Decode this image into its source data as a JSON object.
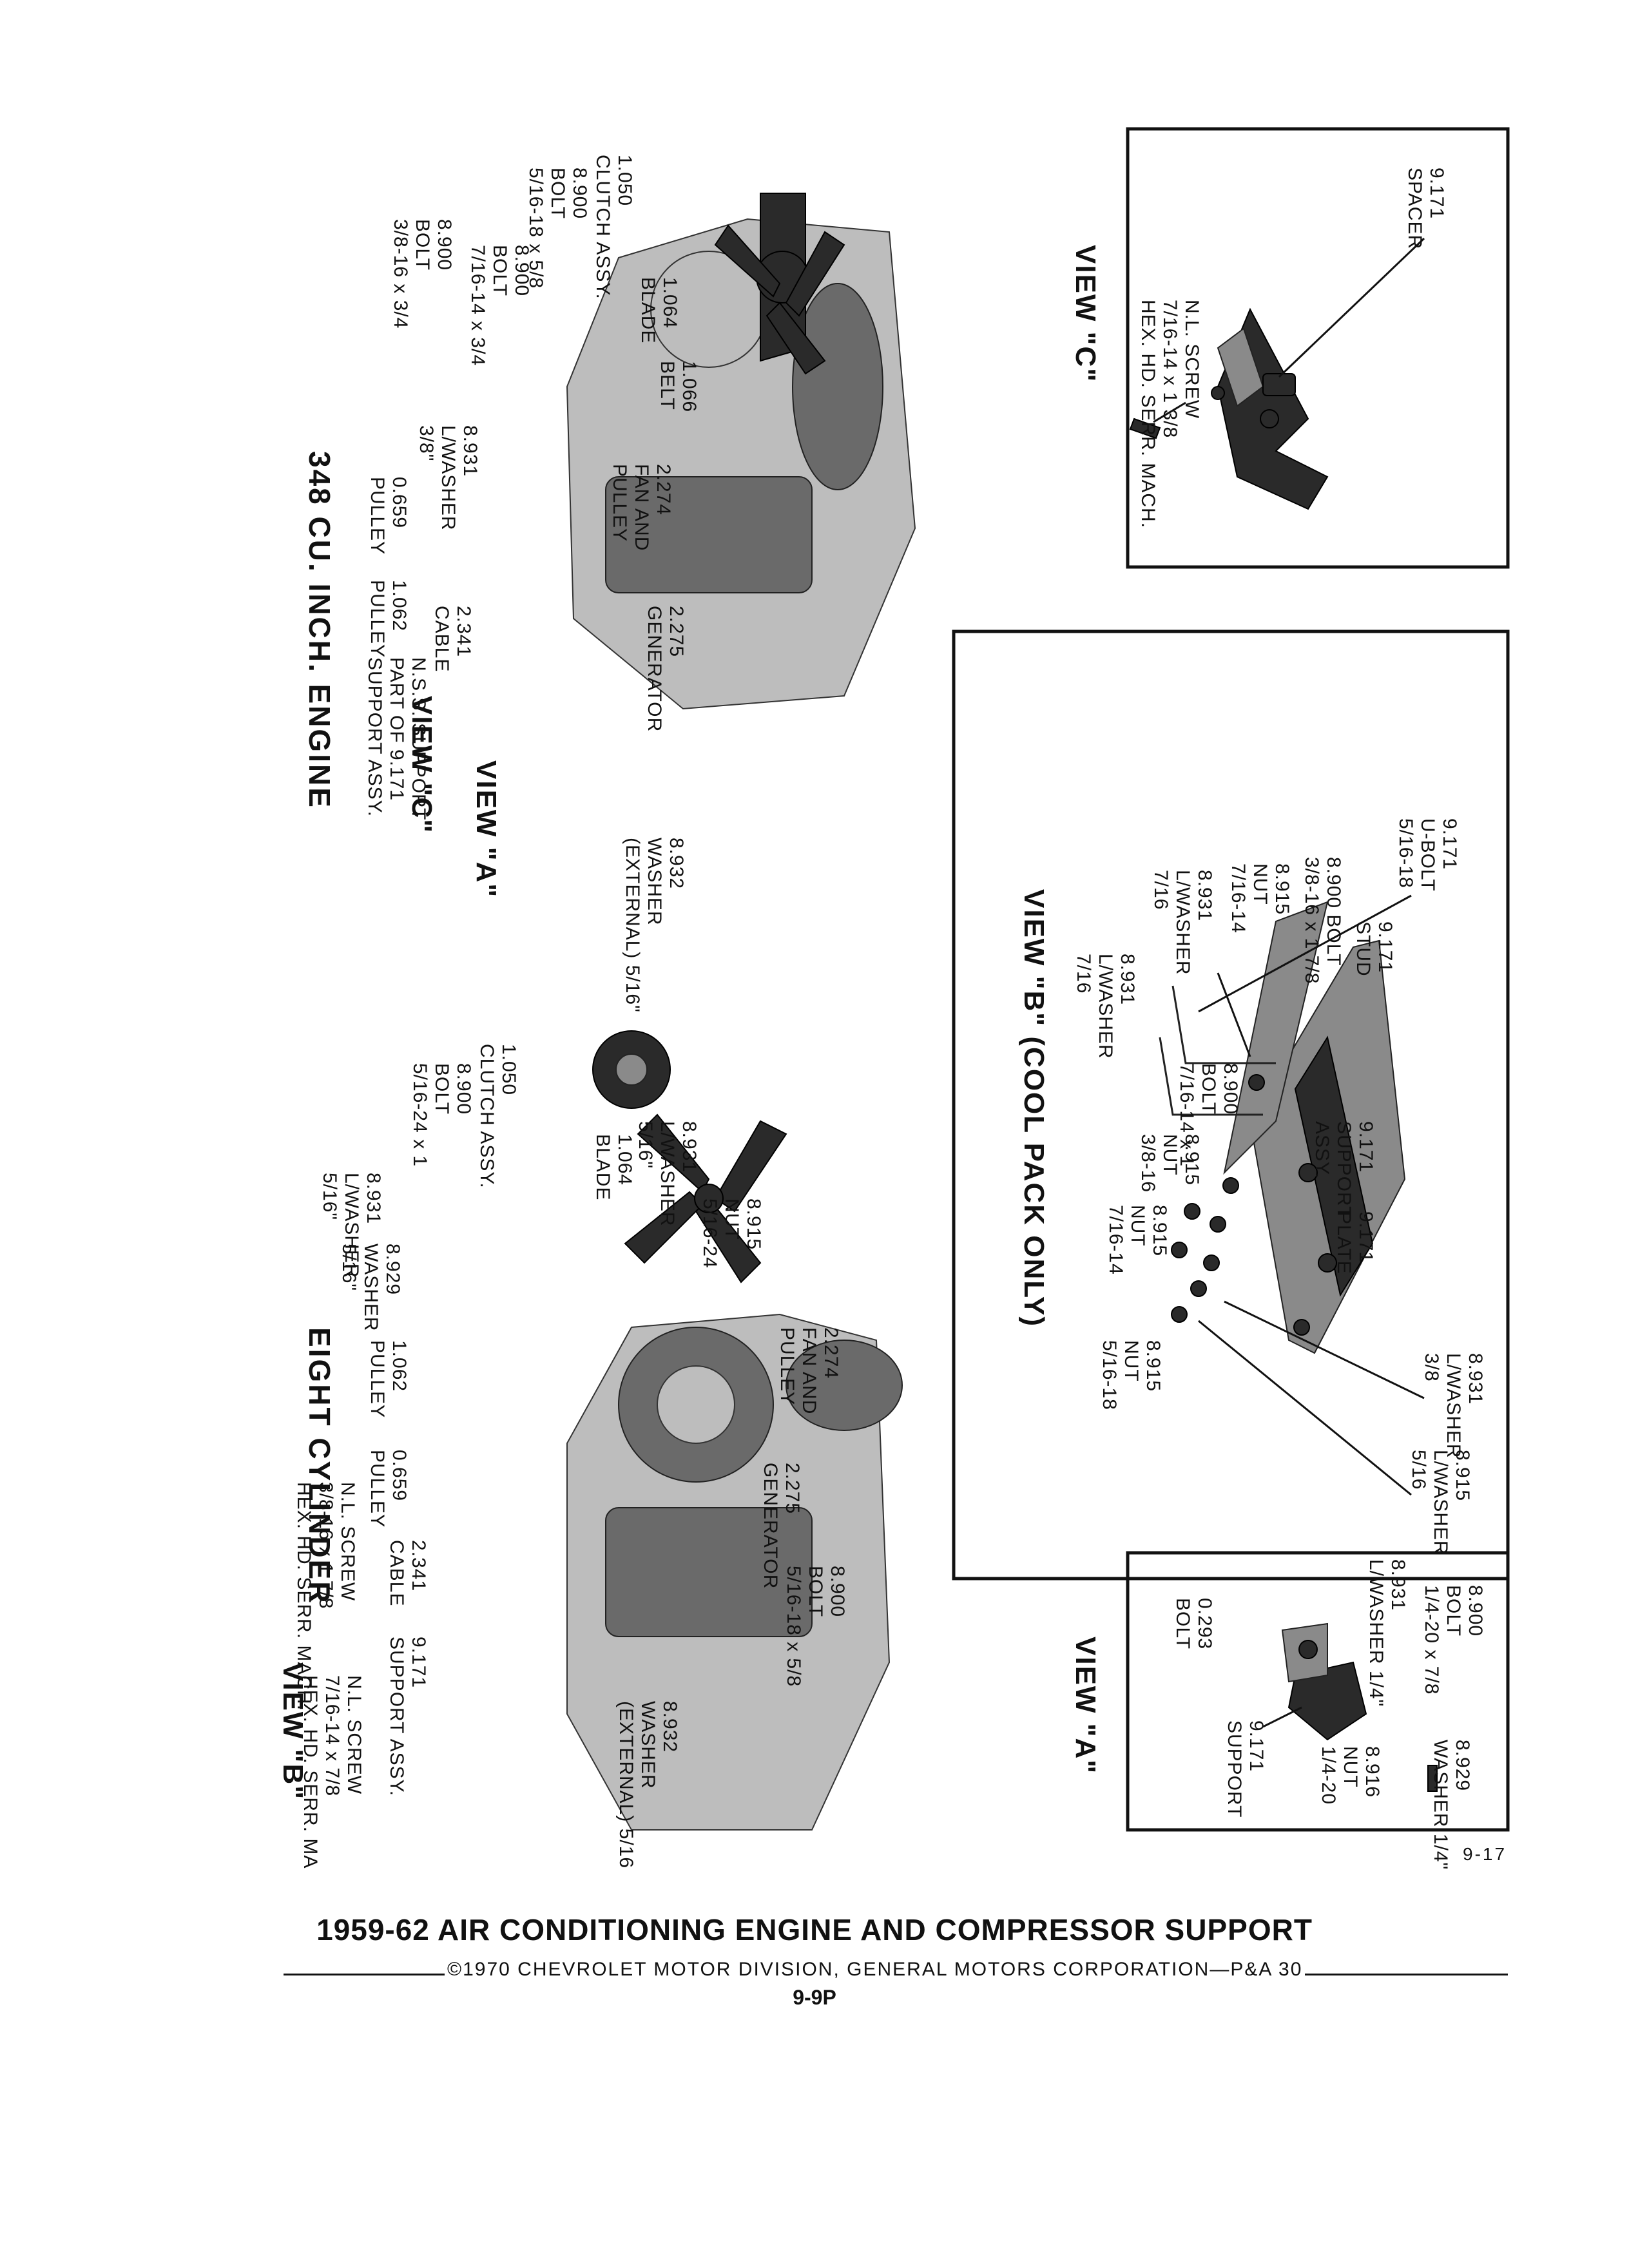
{
  "views": {
    "c": {
      "title": "VIEW \"C\"",
      "labels": {
        "screw": [
          "N.L. SCREW",
          "7/16-14 x 1 3/8",
          "HEX. HD. SERR. MACH."
        ],
        "spacer": [
          "9.171",
          "SPACER"
        ]
      }
    },
    "b": {
      "title": "VIEW \"B\" (COOL PACK ONLY)",
      "labels": {
        "ubolt": [
          "9.171",
          "U-BOLT",
          "5/16-18"
        ],
        "stud": [
          "9.171",
          "STUD"
        ],
        "bolt_long": [
          "8.900 BOLT",
          "3/8-16 x 1 7/8"
        ],
        "nut_716": [
          "8.915",
          "NUT",
          "7/16-14"
        ],
        "lwasher_716": [
          "8.931",
          "L/WASHER",
          "7/16"
        ],
        "bolt_716": [
          "8.900",
          "BOLT",
          "7/16-14 x 1"
        ],
        "lwasher_716_b": [
          "8.931",
          "L/WASHER",
          "7/16"
        ],
        "support": [
          "9.171",
          "SUPPORT",
          "ASSY."
        ],
        "nut_38": [
          "8.915",
          "NUT",
          "3/8-16"
        ],
        "nut_716_b": [
          "8.915",
          "NUT",
          "7/16-14"
        ],
        "plate": [
          "9.171",
          "PLATE"
        ],
        "lwasher_38": [
          "8.931",
          "L/WASHER",
          "3/8"
        ],
        "nut_516": [
          "8.915",
          "NUT",
          "5/16-18"
        ],
        "lwasher_516": [
          "8.915",
          "L/WASHER",
          "5/16"
        ]
      }
    },
    "a": {
      "title": "VIEW \"A\"",
      "labels": {
        "bolt": [
          "8.900",
          "BOLT",
          "1/4-20 x 7/8"
        ],
        "lwasher": [
          "8.931",
          "L/WASHER 1/4\""
        ],
        "bolt293": [
          "0.293",
          "BOLT"
        ],
        "washer": [
          "8.929",
          "WASHER 1/4\""
        ],
        "nut": [
          "8.916",
          "NUT",
          "1/4-20"
        ],
        "support": [
          "9.171",
          "SUPPORT"
        ]
      }
    }
  },
  "engine348": {
    "caption": "348 CU. INCH. ENGINE",
    "view_a_ref": "VIEW \"A\"",
    "view_c_ref": "VIEW \"C\"",
    "labels": {
      "clutch": [
        "1.050",
        "CLUTCH ASSY."
      ],
      "bolt_516": [
        "8.900",
        "BOLT",
        "5/16-18 x 5/8"
      ],
      "blade": [
        "1.064",
        "BLADE"
      ],
      "belt": [
        "1.066",
        "BELT"
      ],
      "bolt_716": [
        "8.900",
        "BOLT",
        "7/16-14 x 3/4"
      ],
      "bolt_38": [
        "8.900",
        "BOLT",
        "3/8-16 x 3/4"
      ],
      "fan": [
        "2.274",
        "FAN AND",
        "PULLEY"
      ],
      "lwasher": [
        "8.931",
        "L/WASHER",
        "3/8\""
      ],
      "generator": [
        "2.275",
        "GENERATOR"
      ],
      "pulley0659": [
        "0.659",
        "PULLEY"
      ],
      "pulley1062": [
        "1.062",
        "PULLEY"
      ],
      "cable": [
        "2.341",
        "CABLE"
      ],
      "nss": [
        "N.S.S. SUPPORT",
        "PART OF 9.171",
        "SUPPORT ASSY."
      ],
      "washer_ext": [
        "8.932",
        "WASHER",
        "(EXTERNAL) 5/16\""
      ]
    }
  },
  "engine8": {
    "caption": "EIGHT CYLINDER",
    "view_b_ref": "VIEW \"B\"",
    "labels": {
      "clutch": [
        "1.050",
        "CLUTCH ASSY."
      ],
      "bolt_516": [
        "8.900",
        "BOLT",
        "5/16-24 x 1"
      ],
      "blade": [
        "1.064",
        "BLADE"
      ],
      "lwasher": [
        "8.931",
        "L/WASHER",
        "5/16\""
      ],
      "lwasher_b": [
        "8.931",
        "L/WASHER",
        "5/16\""
      ],
      "nut": [
        "8.915",
        "NUT",
        "5/16-24"
      ],
      "washer": [
        "8.929",
        "WASHER",
        "5/16\""
      ],
      "fan": [
        "2.274",
        "FAN AND",
        "PULLEY"
      ],
      "pulley1062": [
        "1.062",
        "PULLEY"
      ],
      "generator": [
        "2.275",
        "GENERATOR"
      ],
      "bolt_gen": [
        "8.900",
        "BOLT",
        "5/16-18 x 5/8"
      ],
      "pulley0659": [
        "0.659",
        "PULLEY"
      ],
      "screw_38": [
        "N.L. SCREW",
        "3/8-16 x 1 7/8",
        "HEX. HD. SERR. MACH."
      ],
      "cable": [
        "2.341",
        "CABLE"
      ],
      "support": [
        "9.171",
        "SUPPORT ASSY."
      ],
      "washer_ext": [
        "8.932",
        "WASHER",
        "(EXTERNAL) 5/16\""
      ],
      "screw_716": [
        "N.L. SCREW",
        "7/16-14 x 7/8",
        "HEX. HD. SERR. MACH."
      ]
    }
  },
  "page_number": "9-17",
  "title": "1959-62 AIR CONDITIONING ENGINE AND COMPRESSOR SUPPORT",
  "copyright": "©1970 CHEVROLET MOTOR DIVISION, GENERAL MOTORS CORPORATION—P&A 30",
  "page_ref": "9-9P"
}
